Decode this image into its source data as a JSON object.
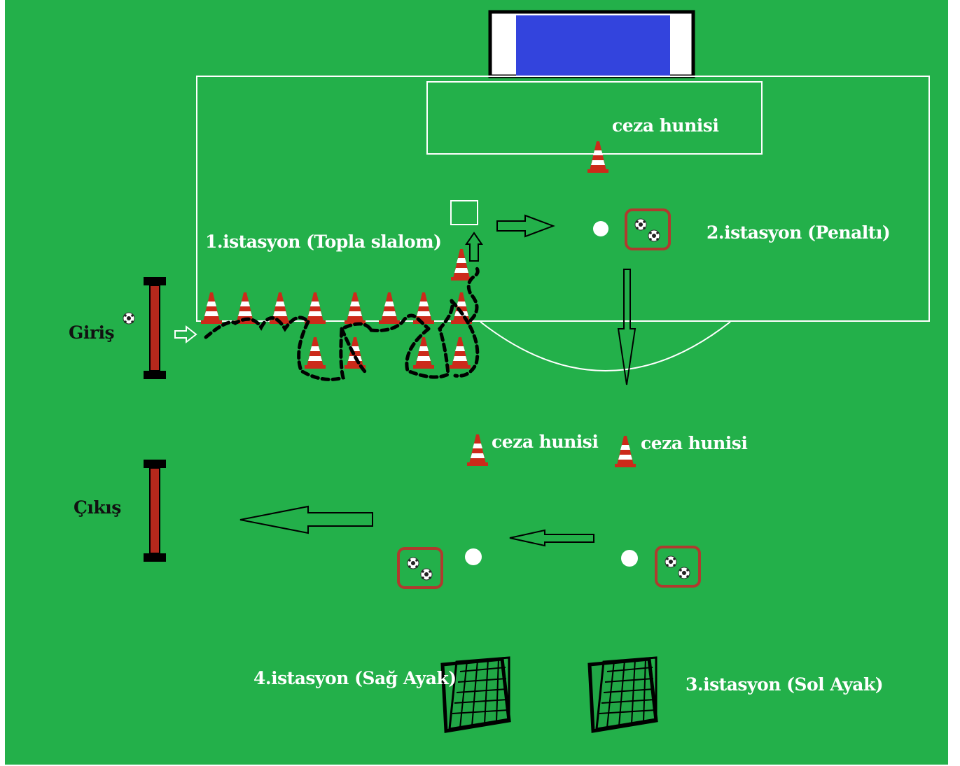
{
  "colors": {
    "field": "#23b04a",
    "lines": "#ffffff",
    "goal_net": "#3344dd",
    "cone": "#cc2a1a",
    "ball_box": "#b03a2e",
    "gate_bar": "#b5281c",
    "path": "#000000"
  },
  "labels": {
    "station1": "1.istasyon (Topla slalom)",
    "station2": "2.istasyon (Penaltı)",
    "station3": "3.istasyon (Sol Ayak)",
    "station4": "4.istasyon (Sağ Ayak)",
    "penalty_cone_top": "ceza hunisi",
    "penalty_cone_mid_left": "ceza hunisi",
    "penalty_cone_mid_right": "ceza hunisi",
    "entry": "Giriş",
    "exit": "Çıkış"
  },
  "icons": {
    "cone": "traffic-cone-icon",
    "ball": "soccer-ball-icon",
    "ball_box": "ball-storage-box-icon",
    "mini_goal": "mini-goal-net-icon",
    "gate": "entry-gate-icon",
    "arrow": "direction-arrow-icon",
    "spot": "penalty-spot-icon"
  }
}
